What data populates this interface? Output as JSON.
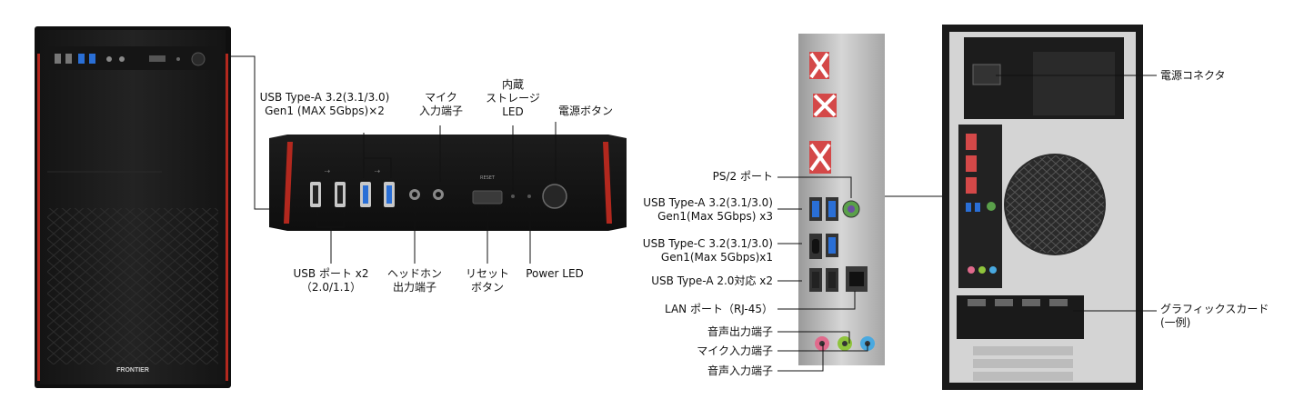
{
  "front_panel": {
    "brand": "FRONTIER",
    "reset_text": "RESET",
    "labels": {
      "usb_a32": [
        "USB Type-A 3.2(3.1/3.0)",
        "Gen1 (MAX 5Gbps)×2"
      ],
      "mic": [
        "マイク",
        "入力端子"
      ],
      "storage_led": [
        "内蔵",
        "ストレージ",
        "LED"
      ],
      "power_button": [
        "電源ボタン"
      ],
      "usb_port": [
        "USB ポート x2",
        "（2.0/1.1）"
      ],
      "headphone": [
        "ヘッドホン",
        "出力端子"
      ],
      "reset_button": [
        "リセット",
        "ボタン"
      ],
      "power_led": [
        "Power LED"
      ]
    }
  },
  "rear_panel": {
    "labels": {
      "ps2": "PS/2 ポート",
      "usb_a32": [
        "USB Type-A 3.2(3.1/3.0)",
        "Gen1(Max 5Gbps) x3"
      ],
      "usb_c32": [
        "USB Type-C 3.2(3.1/3.0)",
        "Gen1(Max 5Gbps)x1"
      ],
      "usb_a20": "USB Type-A 2.0対応 x2",
      "lan": "LAN ポート（RJ-45）",
      "audio_out": "音声出力端子",
      "mic_in": "マイク入力端子",
      "audio_in": "音声入力端子",
      "power_connector": "電源コネクタ",
      "graphics_card": [
        "グラフィックスカード",
        "(一例)"
      ]
    }
  },
  "colors": {
    "case_dark": "#1a1a1a",
    "accent_red": "#b3281e",
    "usb3_blue": "#2a6fd6",
    "jack_pink": "#e06a8c",
    "jack_green": "#8fc43c",
    "jack_blue": "#49a9e0",
    "ps2_purple_green": "#5aa04a",
    "chassis_gray": "#d4d4d4"
  }
}
